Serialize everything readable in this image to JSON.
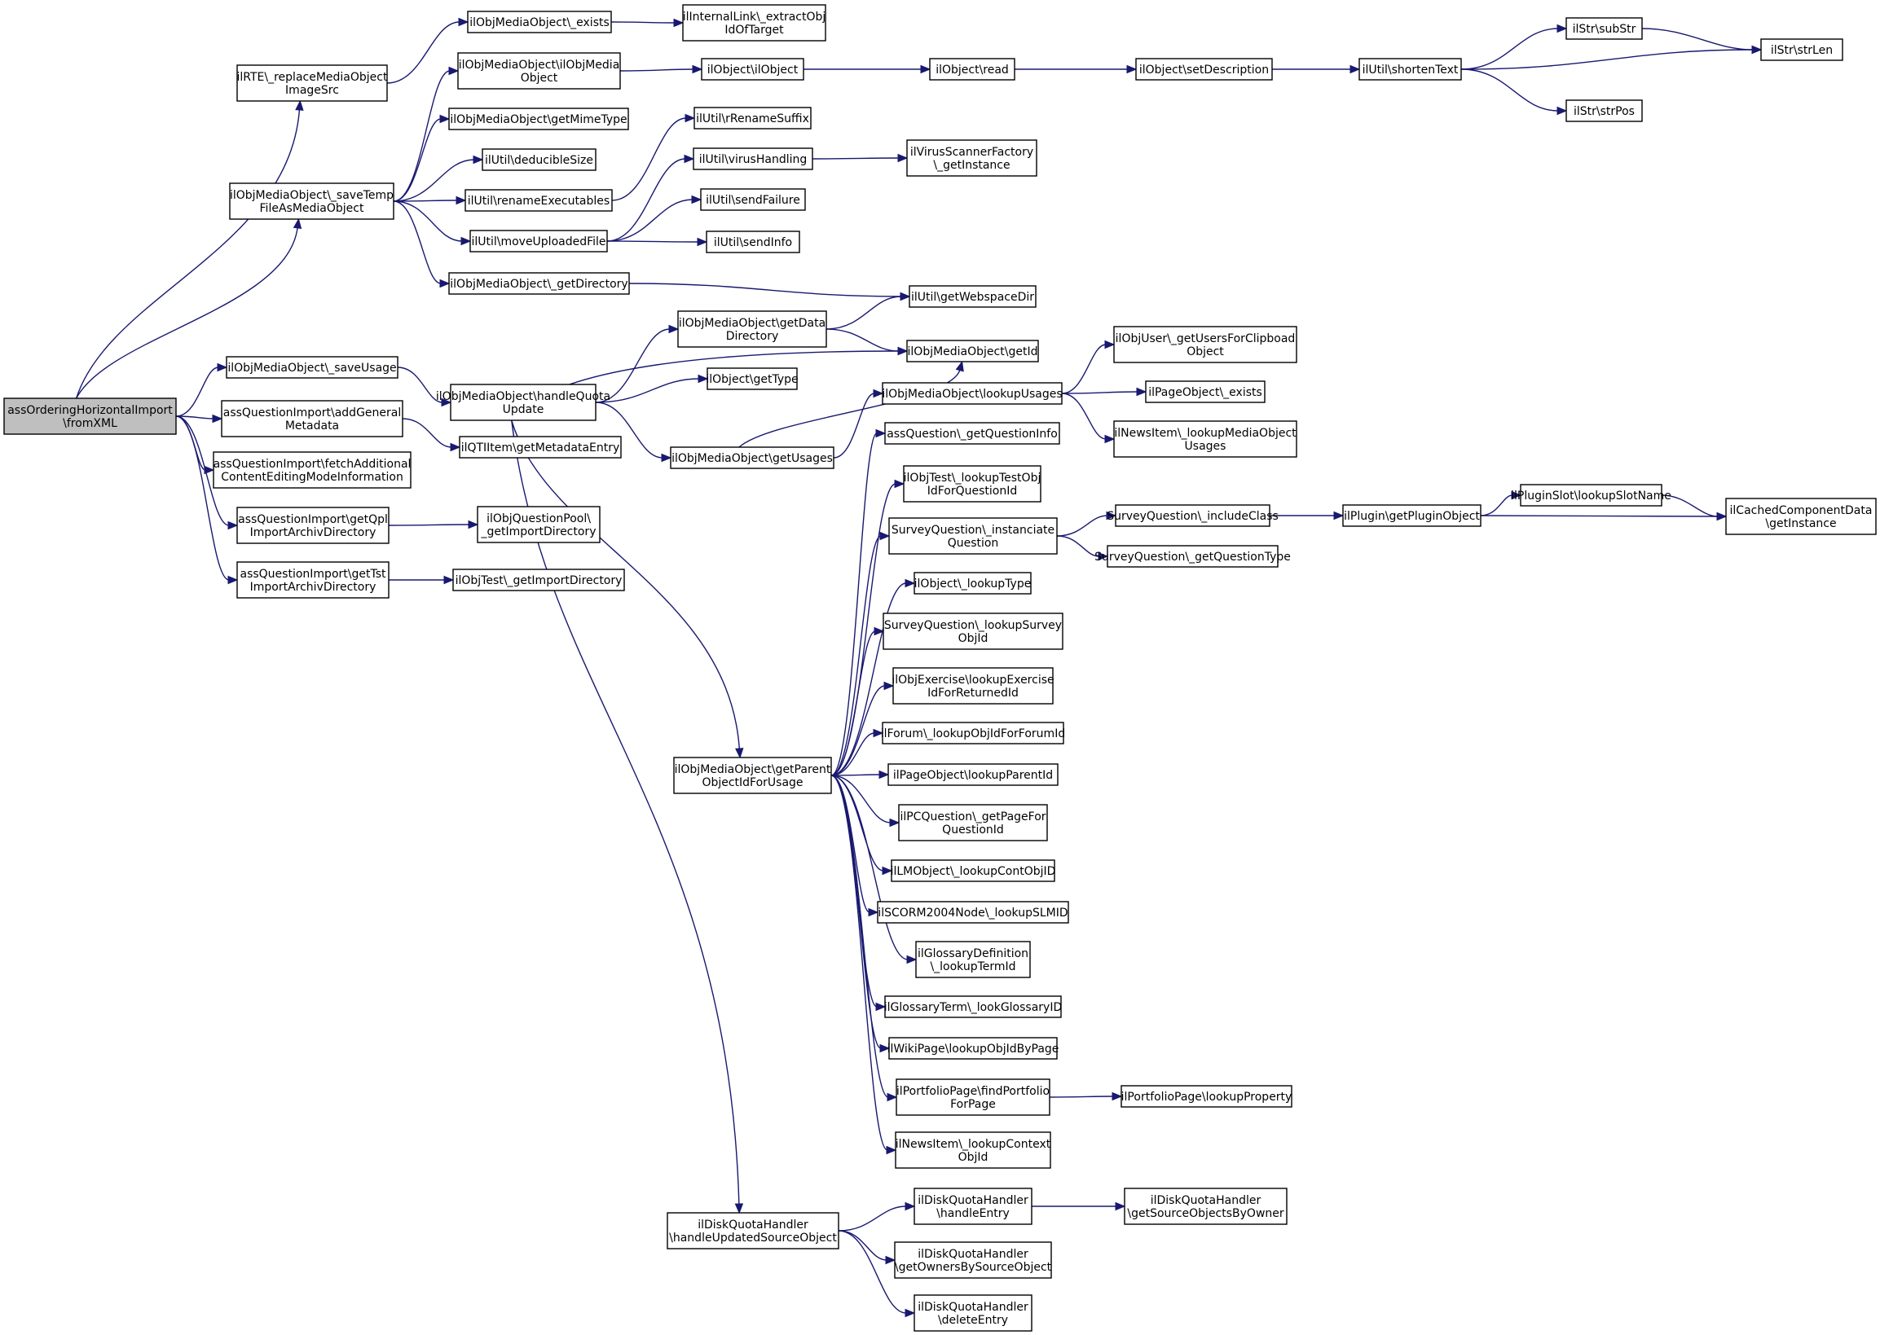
{
  "diagram": {
    "root": "n0",
    "nodes": [
      {
        "id": "n0",
        "lines": [
          "assOrderingHorizontalImport",
          "\\fromXML"
        ],
        "root": true
      },
      {
        "id": "n1",
        "lines": [
          "ilRTE\\_replaceMediaObject",
          "ImageSrc"
        ]
      },
      {
        "id": "n2",
        "lines": [
          "ilObjMediaObject\\_saveTemp",
          "FileAsMediaObject"
        ]
      },
      {
        "id": "n3",
        "lines": [
          "ilObjMediaObject\\_saveUsage"
        ]
      },
      {
        "id": "n4",
        "lines": [
          "assQuestionImport\\addGeneral",
          "Metadata"
        ]
      },
      {
        "id": "n5",
        "lines": [
          "assQuestionImport\\fetchAdditional",
          "ContentEditingModeInformation"
        ]
      },
      {
        "id": "n6",
        "lines": [
          "assQuestionImport\\getQpl",
          "ImportArchivDirectory"
        ]
      },
      {
        "id": "n7",
        "lines": [
          "assQuestionImport\\getTst",
          "ImportArchivDirectory"
        ]
      },
      {
        "id": "n8",
        "lines": [
          "ilObjMediaObject\\_exists"
        ]
      },
      {
        "id": "n9",
        "lines": [
          "ilInternalLink\\_extractObj",
          "IdOfTarget"
        ]
      },
      {
        "id": "n10",
        "lines": [
          "ilObjMediaObject\\ilObjMedia",
          "Object"
        ]
      },
      {
        "id": "n11",
        "lines": [
          "ilObjMediaObject\\getMimeType"
        ]
      },
      {
        "id": "n12",
        "lines": [
          "ilUtil\\deducibleSize"
        ]
      },
      {
        "id": "n13",
        "lines": [
          "ilUtil\\renameExecutables"
        ]
      },
      {
        "id": "n14",
        "lines": [
          "ilUtil\\moveUploadedFile"
        ]
      },
      {
        "id": "n15",
        "lines": [
          "ilObjMediaObject\\_getDirectory"
        ]
      },
      {
        "id": "n16",
        "lines": [
          "ilObject\\ilObject"
        ]
      },
      {
        "id": "n17",
        "lines": [
          "ilObject\\read"
        ]
      },
      {
        "id": "n18",
        "lines": [
          "ilObject\\setDescription"
        ]
      },
      {
        "id": "n19",
        "lines": [
          "ilUtil\\shortenText"
        ]
      },
      {
        "id": "n20",
        "lines": [
          "ilStr\\subStr"
        ]
      },
      {
        "id": "n21",
        "lines": [
          "ilStr\\strLen"
        ]
      },
      {
        "id": "n22",
        "lines": [
          "ilStr\\strPos"
        ]
      },
      {
        "id": "n23",
        "lines": [
          "ilUtil\\rRenameSuffix"
        ]
      },
      {
        "id": "n24",
        "lines": [
          "ilUtil\\virusHandling"
        ]
      },
      {
        "id": "n25",
        "lines": [
          "ilVirusScannerFactory",
          "\\_getInstance"
        ]
      },
      {
        "id": "n26",
        "lines": [
          "ilUtil\\sendFailure"
        ]
      },
      {
        "id": "n27",
        "lines": [
          "ilUtil\\sendInfo"
        ]
      },
      {
        "id": "n28",
        "lines": [
          "ilUtil\\getWebspaceDir"
        ]
      },
      {
        "id": "n29",
        "lines": [
          "ilObjMediaObject\\handleQuota",
          "Update"
        ]
      },
      {
        "id": "n30",
        "lines": [
          "ilQTIItem\\getMetadataEntry"
        ]
      },
      {
        "id": "n31",
        "lines": [
          "ilObjQuestionPool\\",
          "_getImportDirectory"
        ]
      },
      {
        "id": "n32",
        "lines": [
          "ilObjTest\\_getImportDirectory"
        ]
      },
      {
        "id": "n33",
        "lines": [
          "ilObjMediaObject\\getData",
          "Directory"
        ]
      },
      {
        "id": "n34",
        "lines": [
          "ilObject\\getType"
        ]
      },
      {
        "id": "n35",
        "lines": [
          "ilObjMediaObject\\getUsages"
        ]
      },
      {
        "id": "n36",
        "lines": [
          "ilObjMediaObject\\getParent",
          "ObjectIdForUsage"
        ]
      },
      {
        "id": "n37",
        "lines": [
          "ilDiskQuotaHandler",
          "\\handleUpdatedSourceObject"
        ]
      },
      {
        "id": "n38",
        "lines": [
          "ilObjMediaObject\\getId"
        ]
      },
      {
        "id": "n39",
        "lines": [
          "ilObjMediaObject\\lookupUsages"
        ]
      },
      {
        "id": "n40",
        "lines": [
          "ilObjUser\\_getUsersForClipboad",
          "Object"
        ]
      },
      {
        "id": "n41",
        "lines": [
          "ilPageObject\\_exists"
        ]
      },
      {
        "id": "n42",
        "lines": [
          "ilNewsItem\\_lookupMediaObject",
          "Usages"
        ]
      },
      {
        "id": "n43",
        "lines": [
          "assQuestion\\_getQuestionInfo"
        ]
      },
      {
        "id": "n44",
        "lines": [
          "ilObjTest\\_lookupTestObj",
          "IdForQuestionId"
        ]
      },
      {
        "id": "n45",
        "lines": [
          "SurveyQuestion\\_instanciate",
          "Question"
        ]
      },
      {
        "id": "n46",
        "lines": [
          "SurveyQuestion\\_includeClass"
        ]
      },
      {
        "id": "n47",
        "lines": [
          "SurveyQuestion\\_getQuestionType"
        ]
      },
      {
        "id": "n48",
        "lines": [
          "ilPlugin\\getPluginObject"
        ]
      },
      {
        "id": "n49",
        "lines": [
          "ilPluginSlot\\lookupSlotName"
        ]
      },
      {
        "id": "n50",
        "lines": [
          "ilCachedComponentData",
          "\\getInstance"
        ]
      },
      {
        "id": "n51",
        "lines": [
          "ilObject\\_lookupType"
        ]
      },
      {
        "id": "n52",
        "lines": [
          "SurveyQuestion\\_lookupSurvey",
          "ObjId"
        ]
      },
      {
        "id": "n53",
        "lines": [
          "ilObjExercise\\lookupExercise",
          "IdForReturnedId"
        ]
      },
      {
        "id": "n54",
        "lines": [
          "ilForum\\_lookupObjIdForForumId"
        ]
      },
      {
        "id": "n55",
        "lines": [
          "ilPageObject\\lookupParentId"
        ]
      },
      {
        "id": "n56",
        "lines": [
          "ilPCQuestion\\_getPageFor",
          "QuestionId"
        ]
      },
      {
        "id": "n57",
        "lines": [
          "ilLMObject\\_lookupContObjID"
        ]
      },
      {
        "id": "n58",
        "lines": [
          "ilSCORM2004Node\\_lookupSLMID"
        ]
      },
      {
        "id": "n59",
        "lines": [
          "ilGlossaryDefinition",
          "\\_lookupTermId"
        ]
      },
      {
        "id": "n60",
        "lines": [
          "ilGlossaryTerm\\_lookGlossaryID"
        ]
      },
      {
        "id": "n61",
        "lines": [
          "ilWikiPage\\lookupObjIdByPage"
        ]
      },
      {
        "id": "n62",
        "lines": [
          "ilPortfolioPage\\findPortfolio",
          "ForPage"
        ]
      },
      {
        "id": "n63",
        "lines": [
          "ilPortfolioPage\\lookupProperty"
        ]
      },
      {
        "id": "n64",
        "lines": [
          "ilNewsItem\\_lookupContext",
          "ObjId"
        ]
      },
      {
        "id": "n65",
        "lines": [
          "ilDiskQuotaHandler",
          "\\handleEntry"
        ]
      },
      {
        "id": "n66",
        "lines": [
          "ilDiskQuotaHandler",
          "\\getSourceObjectsByOwner"
        ]
      },
      {
        "id": "n67",
        "lines": [
          "ilDiskQuotaHandler",
          "\\getOwnersBySourceObject"
        ]
      },
      {
        "id": "n68",
        "lines": [
          "ilDiskQuotaHandler",
          "\\deleteEntry"
        ]
      }
    ],
    "edges": [
      [
        "n0",
        "n1"
      ],
      [
        "n0",
        "n2"
      ],
      [
        "n0",
        "n3"
      ],
      [
        "n0",
        "n4"
      ],
      [
        "n0",
        "n5"
      ],
      [
        "n0",
        "n6"
      ],
      [
        "n0",
        "n7"
      ],
      [
        "n1",
        "n8"
      ],
      [
        "n8",
        "n9"
      ],
      [
        "n2",
        "n10"
      ],
      [
        "n2",
        "n11"
      ],
      [
        "n2",
        "n12"
      ],
      [
        "n2",
        "n13"
      ],
      [
        "n2",
        "n14"
      ],
      [
        "n2",
        "n15"
      ],
      [
        "n10",
        "n16"
      ],
      [
        "n16",
        "n17"
      ],
      [
        "n17",
        "n18"
      ],
      [
        "n18",
        "n19"
      ],
      [
        "n19",
        "n20"
      ],
      [
        "n19",
        "n21"
      ],
      [
        "n19",
        "n22"
      ],
      [
        "n20",
        "n21"
      ],
      [
        "n13",
        "n23"
      ],
      [
        "n14",
        "n24"
      ],
      [
        "n24",
        "n25"
      ],
      [
        "n14",
        "n26"
      ],
      [
        "n14",
        "n27"
      ],
      [
        "n15",
        "n28"
      ],
      [
        "n3",
        "n29"
      ],
      [
        "n4",
        "n30"
      ],
      [
        "n6",
        "n31"
      ],
      [
        "n7",
        "n32"
      ],
      [
        "n29",
        "n33"
      ],
      [
        "n29",
        "n34"
      ],
      [
        "n29",
        "n38"
      ],
      [
        "n29",
        "n35"
      ],
      [
        "n29",
        "n36"
      ],
      [
        "n29",
        "n37"
      ],
      [
        "n33",
        "n28"
      ],
      [
        "n33",
        "n38"
      ],
      [
        "n35",
        "n38"
      ],
      [
        "n35",
        "n39"
      ],
      [
        "n39",
        "n40"
      ],
      [
        "n39",
        "n41"
      ],
      [
        "n39",
        "n42"
      ],
      [
        "n36",
        "n43"
      ],
      [
        "n36",
        "n44"
      ],
      [
        "n36",
        "n45"
      ],
      [
        "n36",
        "n51"
      ],
      [
        "n36",
        "n52"
      ],
      [
        "n36",
        "n53"
      ],
      [
        "n36",
        "n54"
      ],
      [
        "n36",
        "n55"
      ],
      [
        "n36",
        "n56"
      ],
      [
        "n36",
        "n57"
      ],
      [
        "n36",
        "n58"
      ],
      [
        "n36",
        "n59"
      ],
      [
        "n36",
        "n60"
      ],
      [
        "n36",
        "n61"
      ],
      [
        "n36",
        "n62"
      ],
      [
        "n36",
        "n64"
      ],
      [
        "n45",
        "n46"
      ],
      [
        "n45",
        "n47"
      ],
      [
        "n46",
        "n48"
      ],
      [
        "n48",
        "n49"
      ],
      [
        "n48",
        "n50"
      ],
      [
        "n49",
        "n50"
      ],
      [
        "n62",
        "n63"
      ],
      [
        "n37",
        "n65"
      ],
      [
        "n37",
        "n67"
      ],
      [
        "n37",
        "n68"
      ],
      [
        "n65",
        "n66"
      ]
    ]
  }
}
